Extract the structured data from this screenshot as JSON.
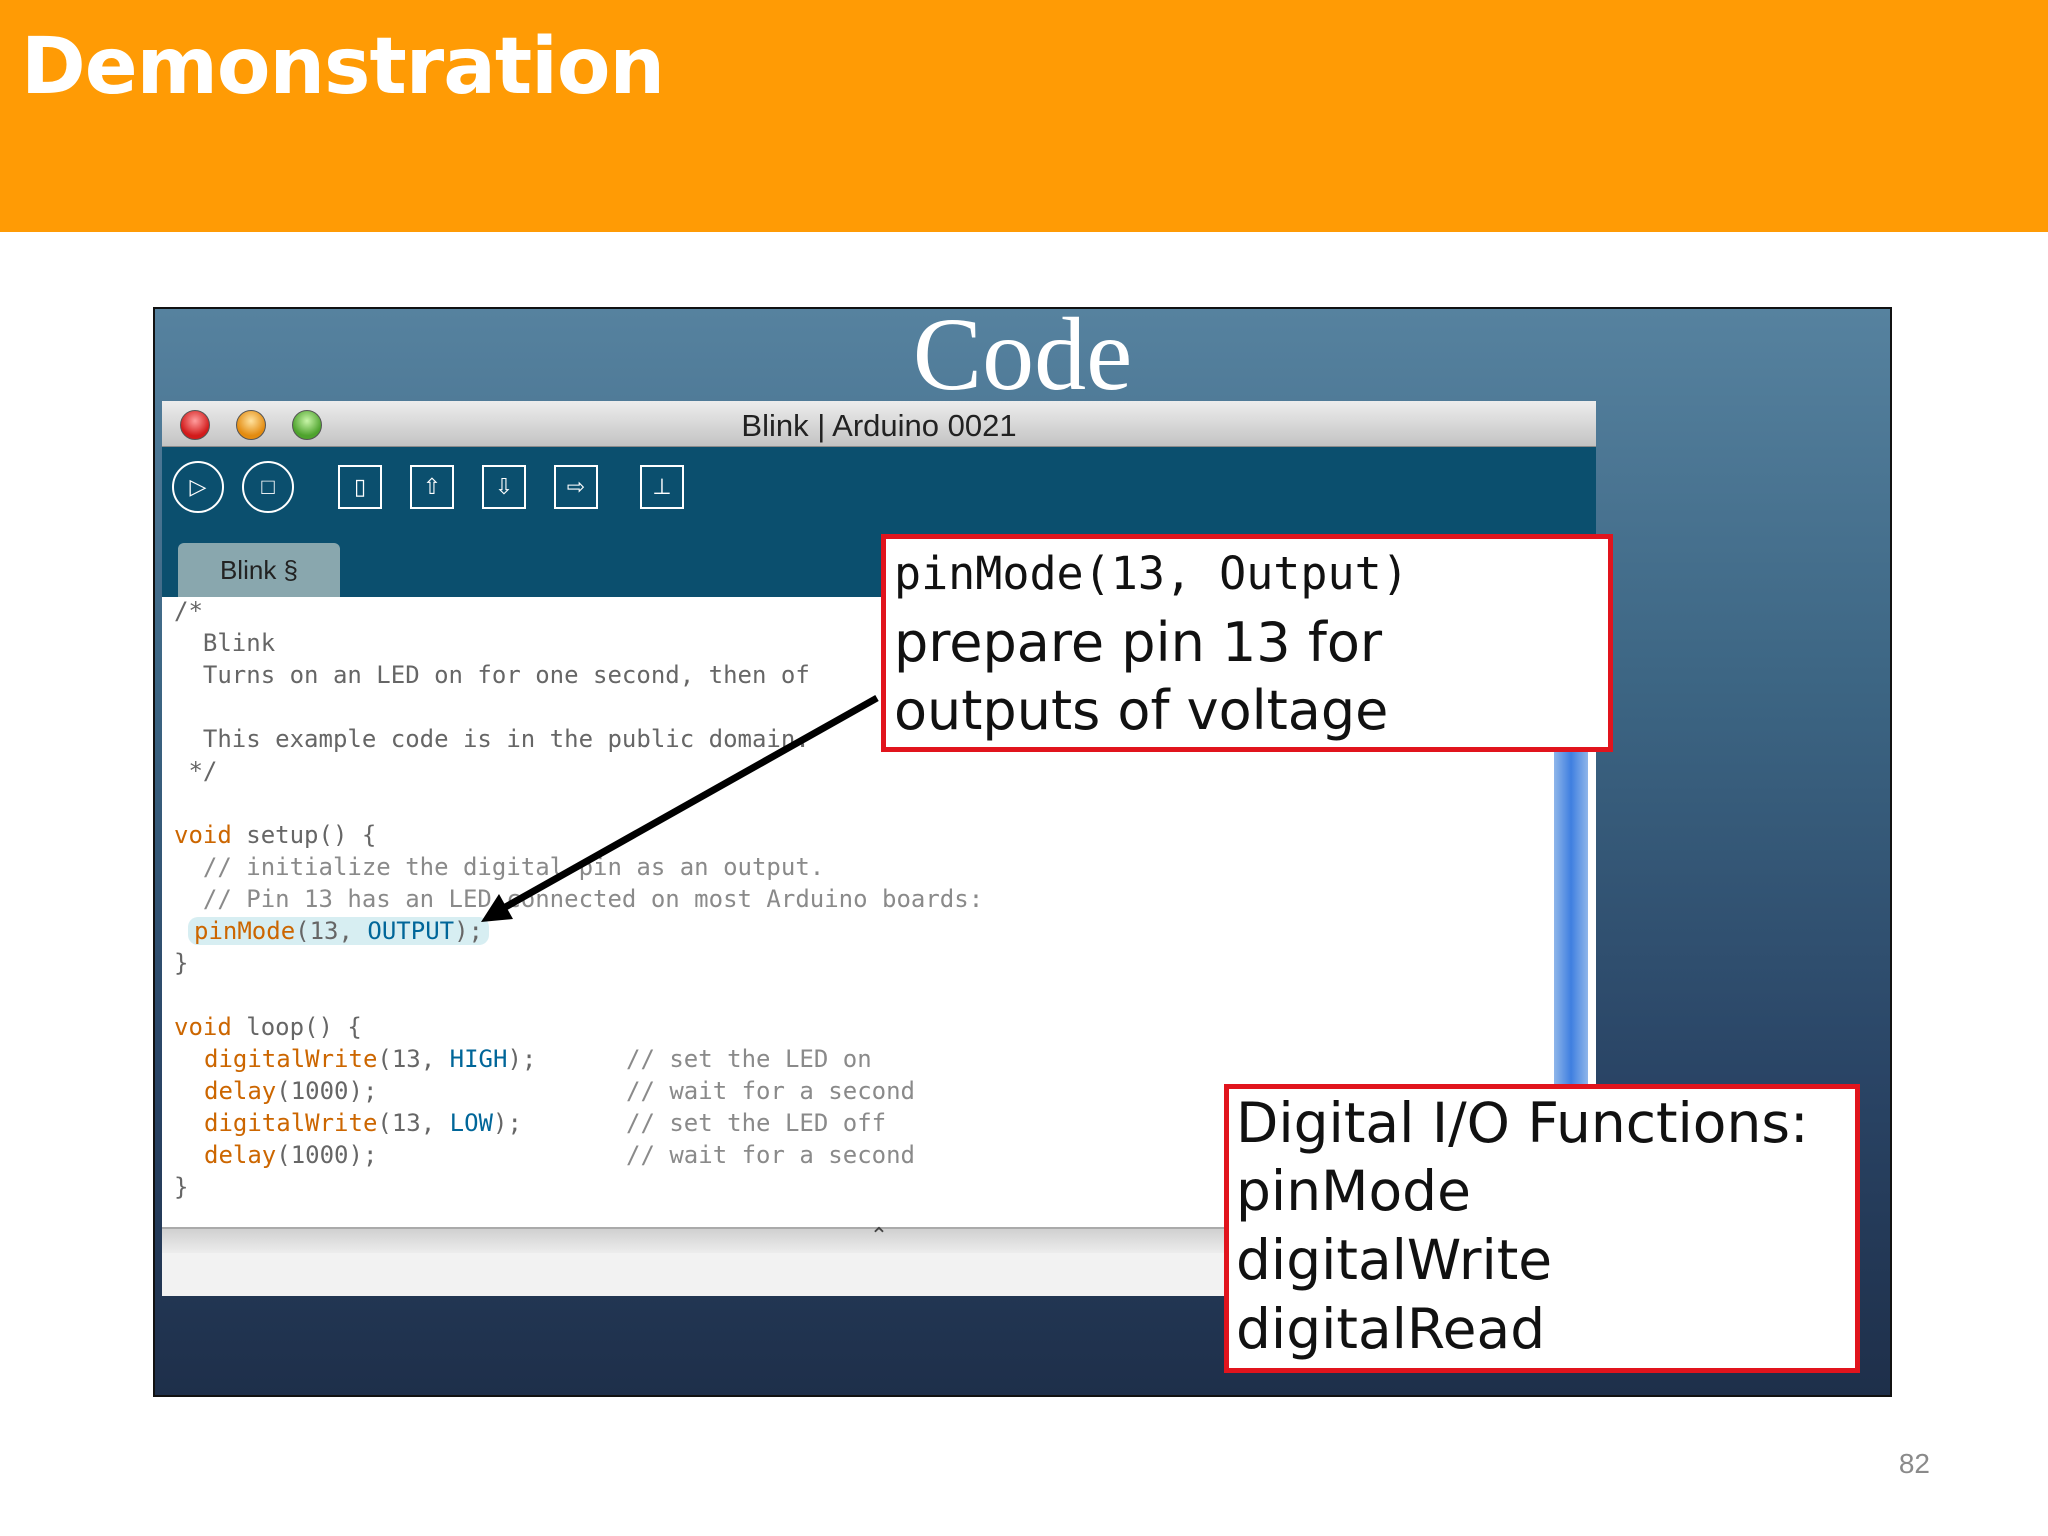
{
  "slide": {
    "title": "Demonstration",
    "page_number": "82",
    "header_color": "#ff9b05"
  },
  "image": {
    "heading": "Code",
    "window": {
      "title": "Blink | Arduino 0021",
      "toolbar_icons": [
        "verify-play-icon",
        "stop-icon",
        "new-file-icon",
        "open-file-icon",
        "save-file-icon",
        "upload-icon",
        "serial-monitor-icon"
      ],
      "tab_label": "Blink §",
      "code": {
        "l1": "/*",
        "l2": "  Blink",
        "l3": "  Turns on an LED on for one second, then of",
        "l4": "  This example code is in the public domain.",
        "l5": " */",
        "l6_kw": "void",
        "l6_rest": " setup() {",
        "l7": "  // initialize the digital pin as an output.",
        "l8": "  // Pin 13 has an LED connected on most Arduino boards:",
        "l9_fn": "pinMode",
        "l9_args": "(13, ",
        "l9_const": "OUTPUT",
        "l9_end": ");",
        "l10": "}",
        "l11_kw": "void",
        "l11_rest": " loop() {",
        "l12_fn": "digitalWrite",
        "l12_args": "(13, ",
        "l12_const": "HIGH",
        "l12_end": ");",
        "l12_cmt": "// set the LED on",
        "l13_fn": "delay",
        "l13_args": "(1000);",
        "l13_cmt": "// wait for a second",
        "l14_fn": "digitalWrite",
        "l14_args": "(13, ",
        "l14_const": "LOW",
        "l14_end": ");",
        "l14_cmt": "// set the LED off",
        "l15_fn": "delay",
        "l15_args": "(1000);",
        "l15_cmt": "// wait for a second",
        "l16": "}"
      }
    },
    "callout_1": {
      "line1": "pinMode(13,  Output)",
      "line2": "prepare pin 13 for",
      "line3": "outputs of voltage"
    },
    "callout_2": {
      "line1": "Digital I/O Functions:",
      "line2": "pinMode",
      "line3": "digitalWrite",
      "line4": "digitalRead"
    }
  }
}
